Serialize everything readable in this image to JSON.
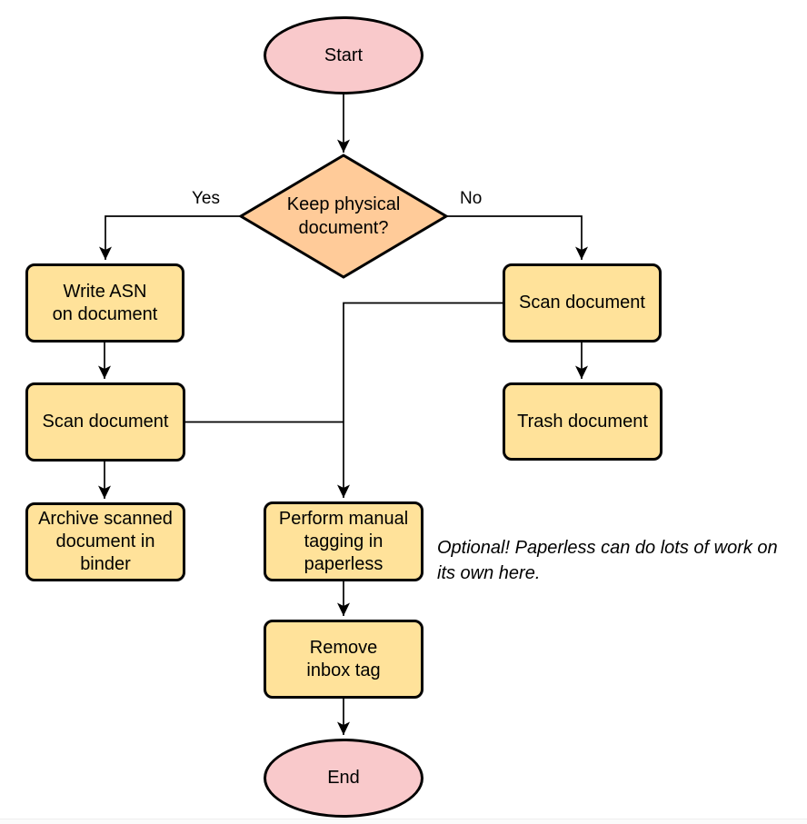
{
  "colors": {
    "terminal_fill": "#f9c9cb",
    "decision_fill": "#ffcb99",
    "process_fill": "#ffe29a",
    "stroke": "#000000",
    "text": "#000000"
  },
  "nodes": {
    "start": {
      "label": "Start"
    },
    "decision": {
      "label": [
        "Keep physical",
        "document?"
      ]
    },
    "write_asn": {
      "label": [
        "Write ASN",
        "on document"
      ]
    },
    "scan_left": {
      "label": "Scan document"
    },
    "archive": {
      "label": [
        "Archive scanned",
        "document in",
        "binder"
      ]
    },
    "scan_right": {
      "label": "Scan document"
    },
    "trash": {
      "label": "Trash document"
    },
    "tagging": {
      "label": [
        "Perform manual",
        "tagging in",
        "paperless"
      ]
    },
    "remove_inbox": {
      "label": [
        "Remove",
        "inbox tag"
      ]
    },
    "end": {
      "label": "End"
    }
  },
  "edge_labels": {
    "yes": "Yes",
    "no": "No"
  },
  "annotation": {
    "text": [
      "Optional! Paperless can do lots of work on",
      "its own here."
    ]
  }
}
